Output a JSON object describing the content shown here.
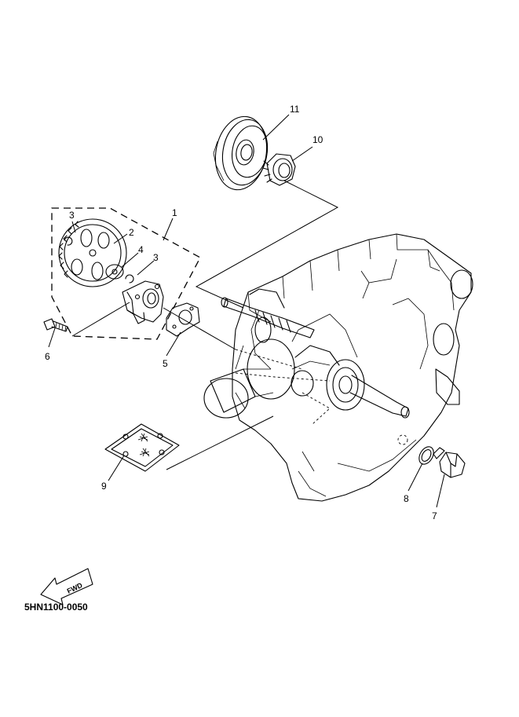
{
  "callouts": {
    "c1": "1",
    "c2": "2",
    "c3a": "3",
    "c3b": "3",
    "c4": "4",
    "c5": "5",
    "c6": "6",
    "c7": "7",
    "c8": "8",
    "c9": "9",
    "c10": "10",
    "c11": "11"
  },
  "fwd_label": "FWD",
  "reference_code": "5HN1100-0050"
}
